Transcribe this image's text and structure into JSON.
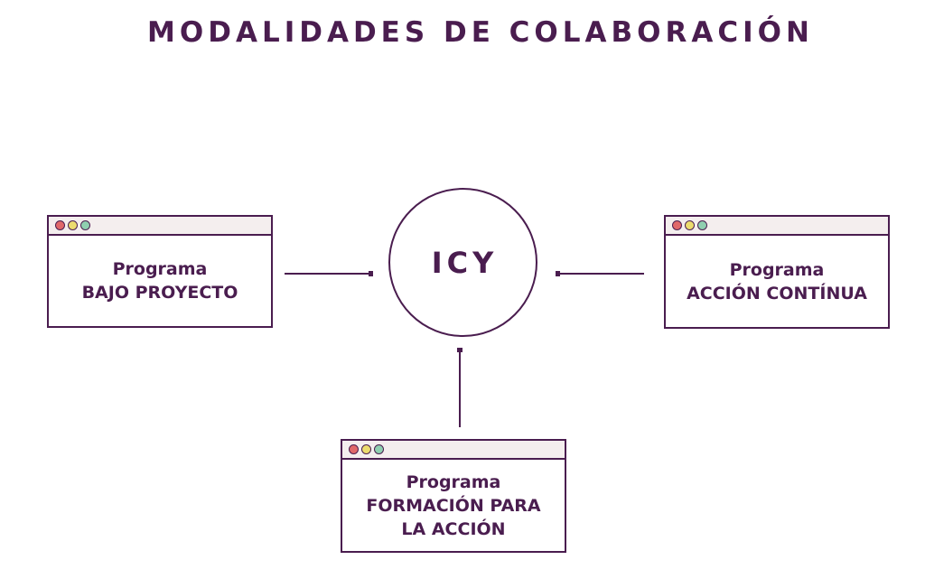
{
  "title": "MODALIDADES DE COLABORACIÓN",
  "hub": {
    "label": "ICY"
  },
  "window_dots": {
    "red": "#e0686a",
    "yellow": "#ecdc6e",
    "green": "#8fcfb0"
  },
  "colors": {
    "primary": "#4a1d4f",
    "titlebar": "#f4eeee"
  },
  "programs": {
    "left": {
      "line1": "Programa",
      "line2": "BAJO PROYECTO"
    },
    "right": {
      "line1": "Programa",
      "line2": "ACCIÓN CONTÍNUA"
    },
    "bottom": {
      "line1": "Programa",
      "line2": "FORMACIÓN PARA",
      "line3": "LA ACCIÓN"
    }
  }
}
